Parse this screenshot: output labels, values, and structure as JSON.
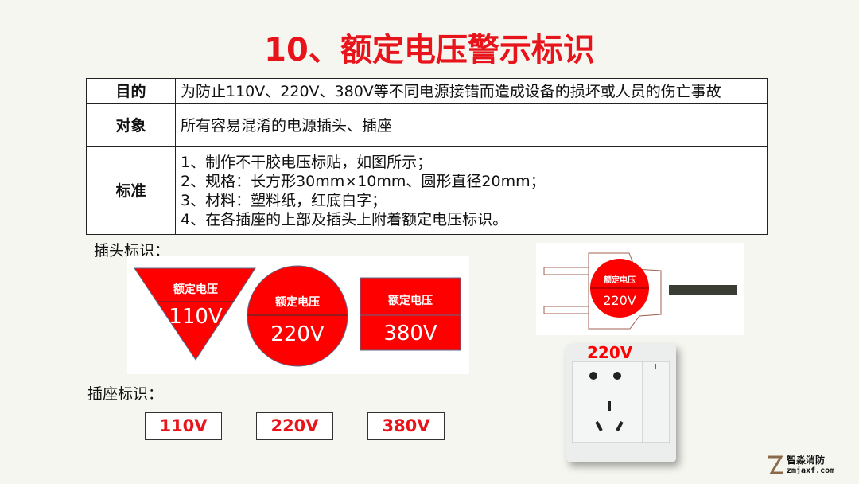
{
  "title": "10、额定电压警示标识",
  "table": [
    {
      "label": "目的",
      "content": [
        "为防止110V、220V、380V等不同电源接错而造成设备的损坏或人员的伤亡事故"
      ]
    },
    {
      "label": "对象",
      "content": [
        "所有容易混淆的电源插头、插座"
      ]
    },
    {
      "label": "标准",
      "content": [
        "1、制作不干胶电压标贴，如图所示；",
        "2、规格：长方形30mm×10mm、圆形直径20mm；",
        "3、材料：塑料纸，红底白字；",
        "4、在各插座的上部及插头上附着额定电压标识。"
      ]
    }
  ],
  "plug_label": "插头标识：",
  "socket_label": "插座标识：",
  "plug_signs": [
    {
      "shape": "triangle",
      "top": "额定电压",
      "value": "110V"
    },
    {
      "shape": "circle",
      "top": "额定电压",
      "value": "220V"
    },
    {
      "shape": "rectangle",
      "top": "额定电压",
      "value": "380V"
    }
  ],
  "plug_image": {
    "top": "额定电压",
    "value": "220V"
  },
  "socket_image": {
    "value": "220V"
  },
  "socket_signs": [
    "110V",
    "220V",
    "380V"
  ],
  "watermark": {
    "name": "智淼消防",
    "url": "zmjaxf.com"
  }
}
